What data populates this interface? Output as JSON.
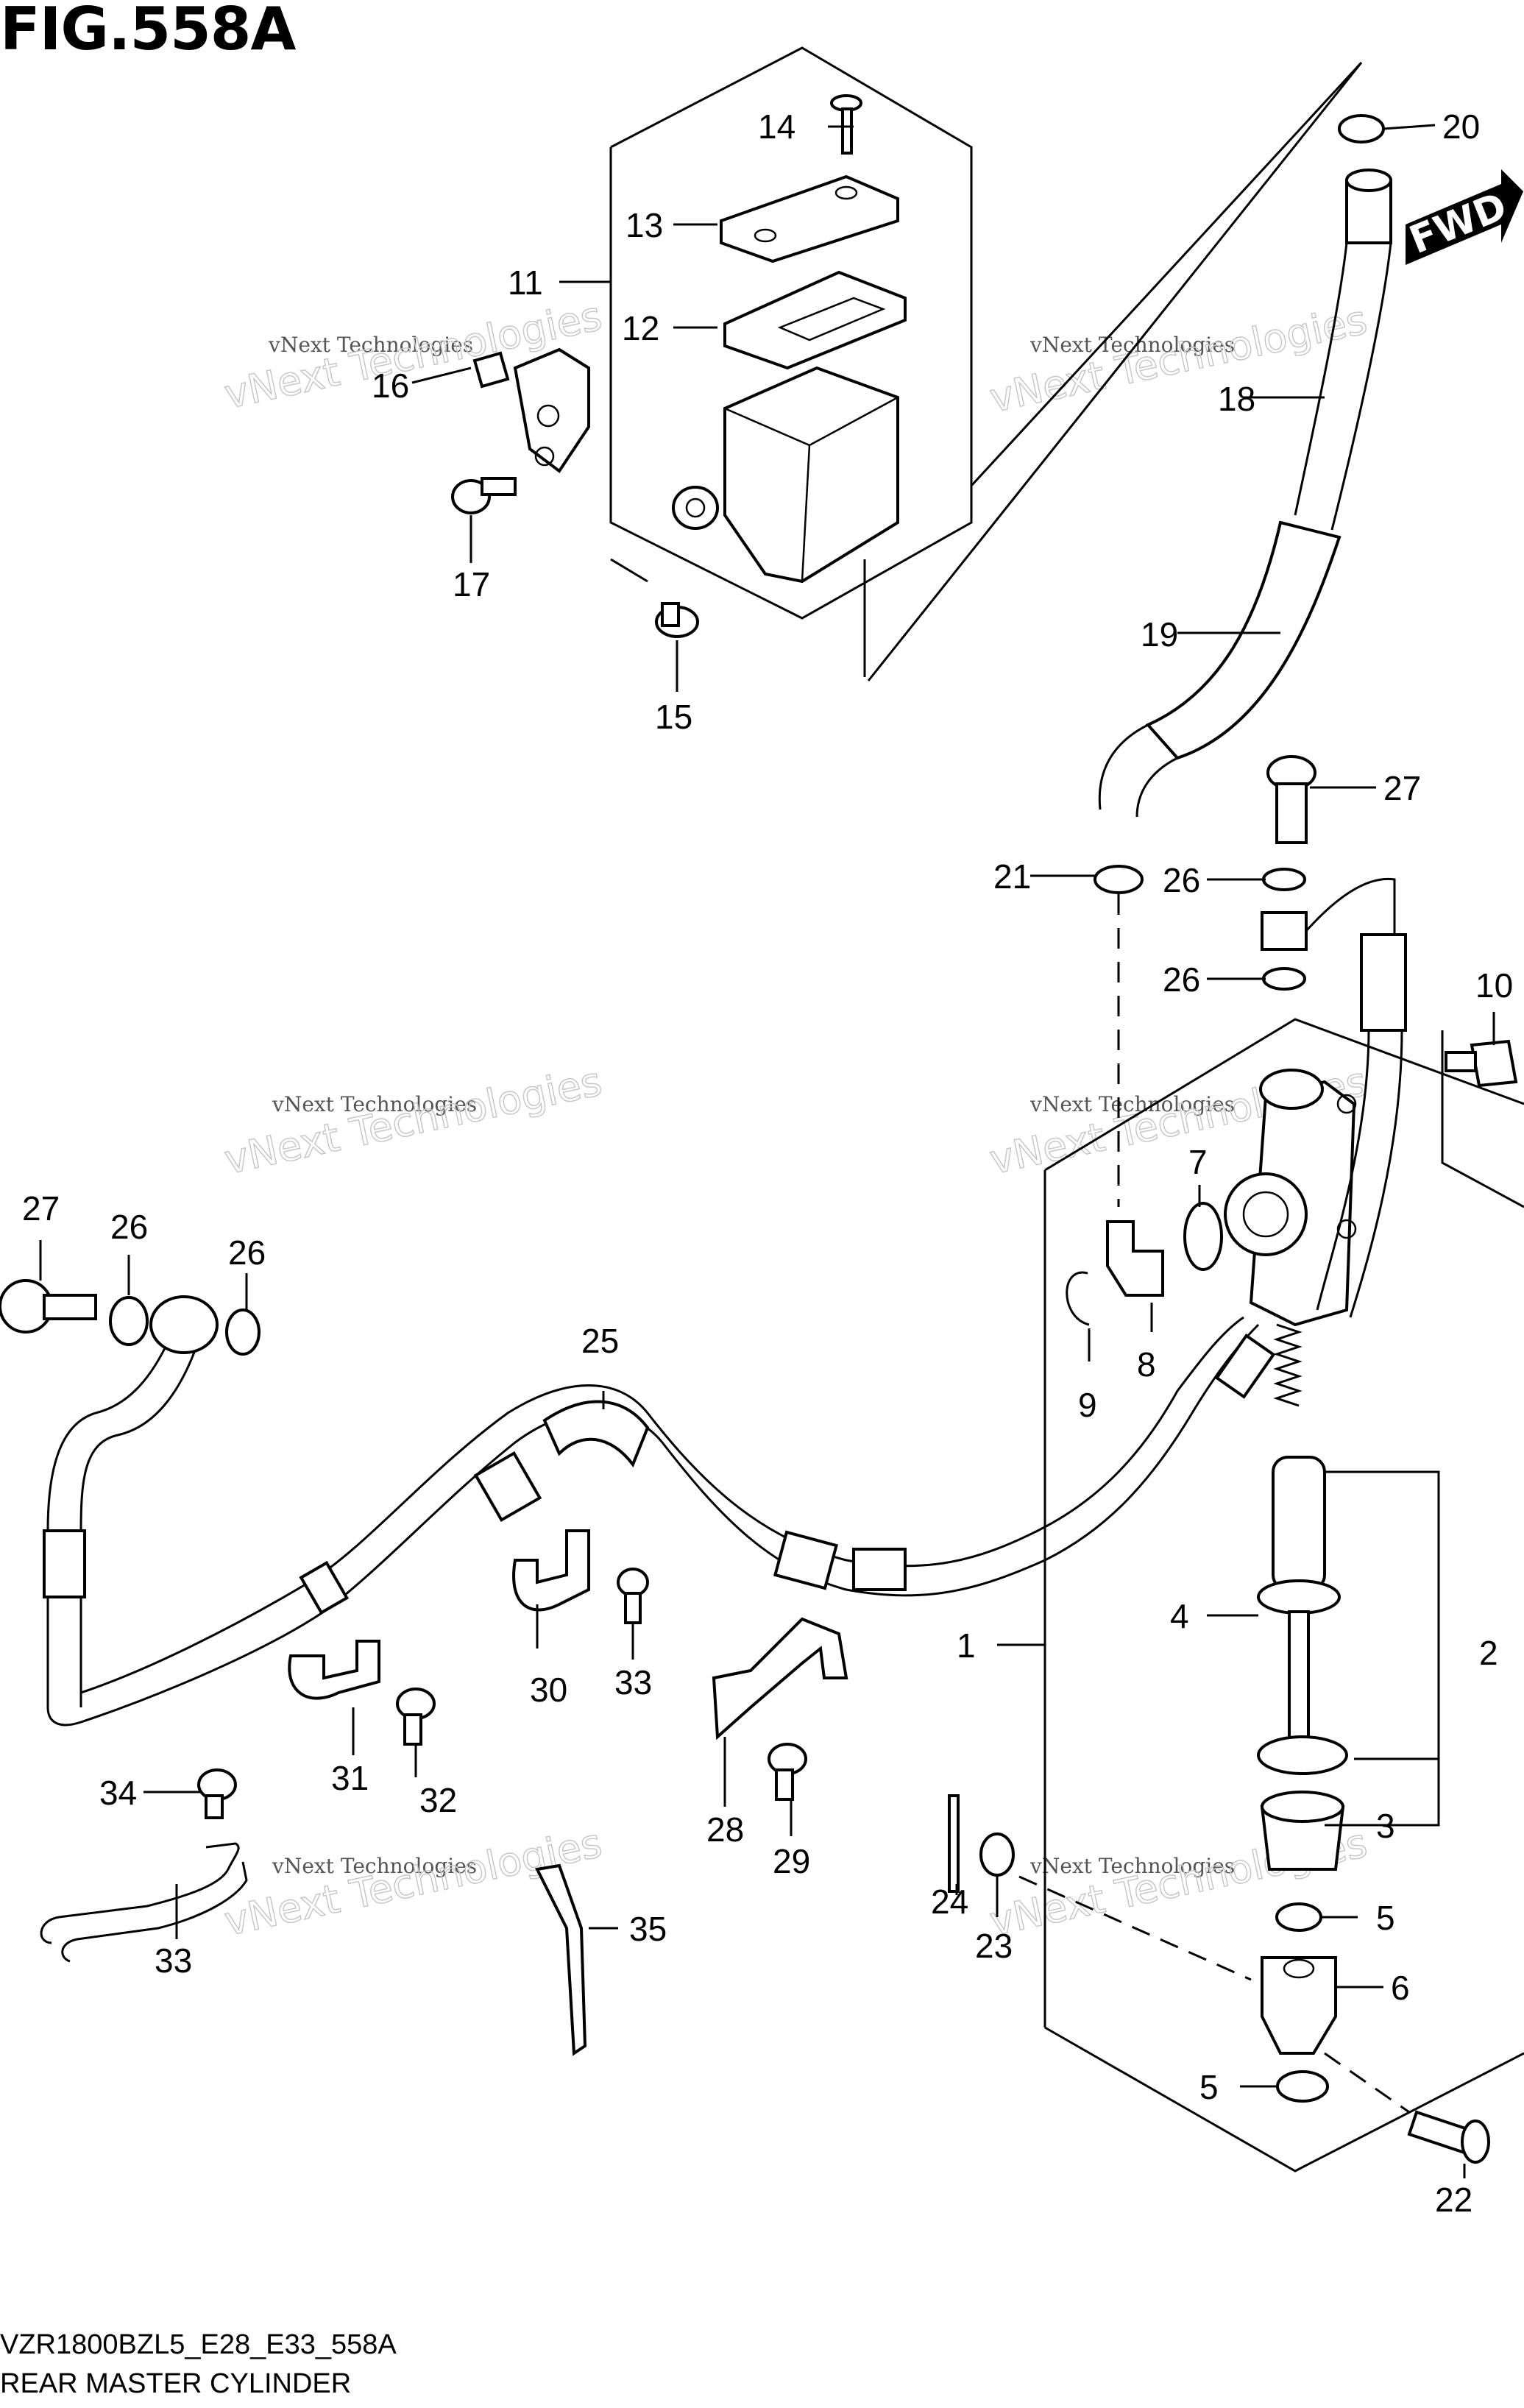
{
  "figure": {
    "title": "FIG.558A",
    "model_code": "VZR1800BZL5_E28_E33_558A",
    "section_name": "REAR MASTER CYLINDER"
  },
  "direction_marker": "FWD",
  "watermark": {
    "small": "vNext Technologies",
    "big": "vNext Technologies"
  },
  "callouts": {
    "c1": "1",
    "c2": "2",
    "c3": "3",
    "c4": "4",
    "c5a": "5",
    "c5b": "5",
    "c6": "6",
    "c7": "7",
    "c8": "8",
    "c9": "9",
    "c10": "10",
    "c11": "11",
    "c12": "12",
    "c13": "13",
    "c14": "14",
    "c15": "15",
    "c16": "16",
    "c17": "17",
    "c18": "18",
    "c19": "19",
    "c20": "20",
    "c21": "21",
    "c22": "22",
    "c23": "23",
    "c24": "24",
    "c25": "25",
    "c26a": "26",
    "c26b": "26",
    "c26c": "26",
    "c26d": "26",
    "c27a": "27",
    "c27b": "27",
    "c28": "28",
    "c29": "29",
    "c30": "30",
    "c31": "31",
    "c32": "32",
    "c33a": "33",
    "c33b": "33",
    "c34": "34",
    "c35": "35"
  }
}
